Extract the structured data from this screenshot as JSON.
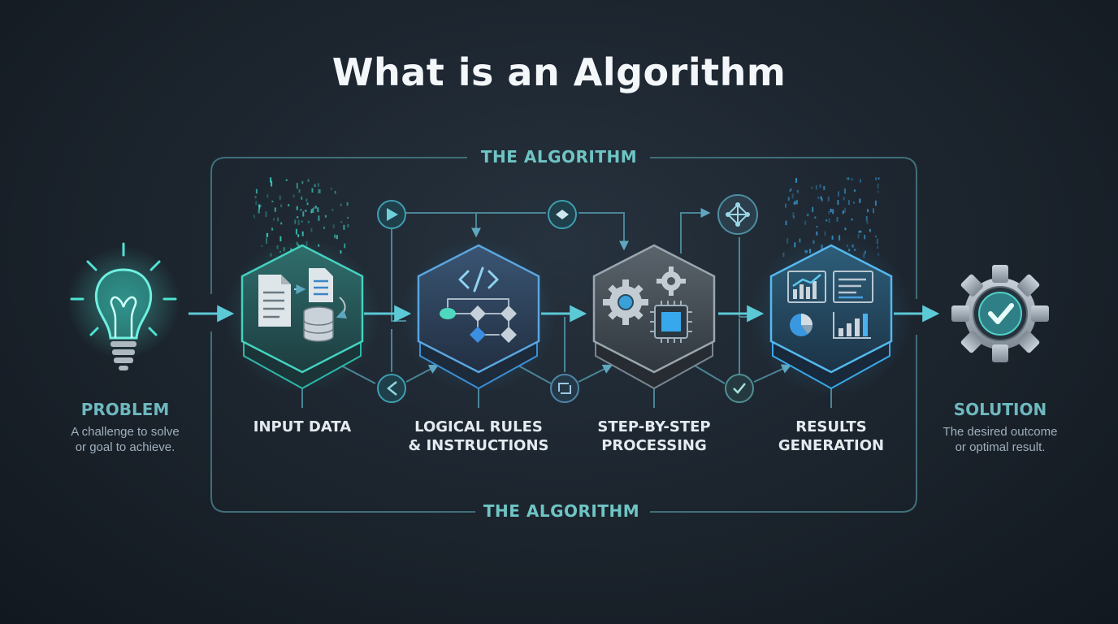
{
  "title": "What is an Algorithm",
  "frame": {
    "top_label": "THE ALGORITHM",
    "bottom_label": "THE ALGORITHM"
  },
  "problem": {
    "title": "PROBLEM",
    "description": "A challenge to solve\nor goal to achieve.",
    "icon": "lightbulb-icon"
  },
  "steps": [
    {
      "label": "INPUT DATA",
      "icon": "documents-database-icon"
    },
    {
      "label": "LOGICAL RULES\n& INSTRUCTIONS",
      "icon": "code-flowchart-icon"
    },
    {
      "label": "STEP-BY-STEP\nPROCESSING",
      "icon": "gears-chip-icon"
    },
    {
      "label": "RESULTS\nGENERATION",
      "icon": "charts-icon"
    }
  ],
  "solution": {
    "title": "SOLUTION",
    "description": "The desired outcome\nor optimal result.",
    "icon": "gear-check-icon"
  },
  "colors": {
    "accent_teal": "#3fd6c8",
    "accent_blue": "#3aa8e8",
    "frame_line": "#4a7c86",
    "background": "#1b232c"
  }
}
